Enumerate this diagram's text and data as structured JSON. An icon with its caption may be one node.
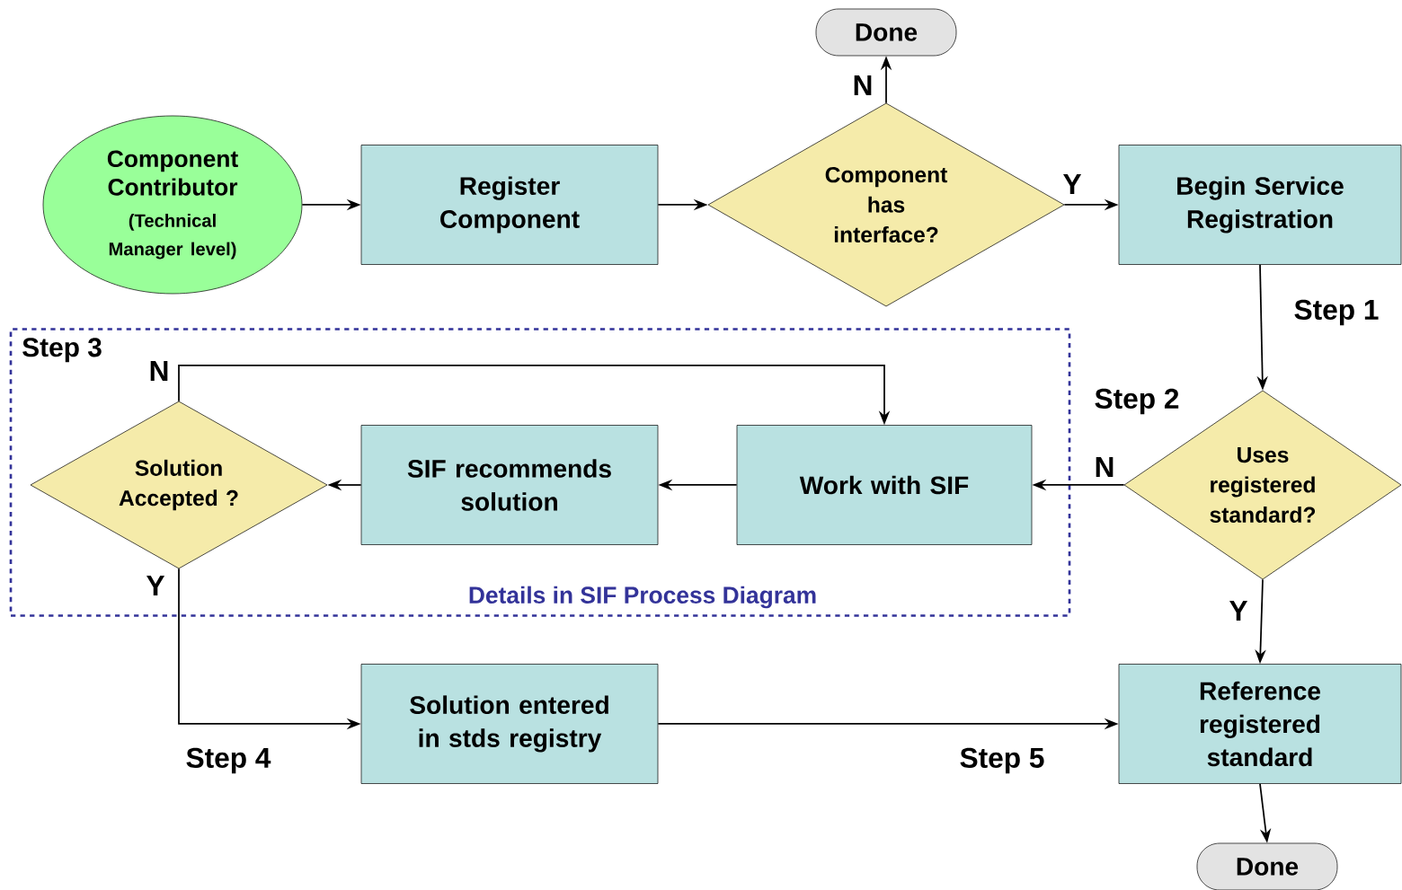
{
  "diagram": {
    "nodes": [
      {
        "text": [
          "Component Contributor",
          "(Technical Manager level)"
        ]
      },
      {
        "text": [
          "Register Component"
        ]
      },
      {
        "text": [
          "Component has interface?"
        ]
      },
      {
        "text": [
          "Done"
        ]
      },
      {
        "text": [
          "Begin Service Registration"
        ]
      },
      {
        "text": [
          "Step 3",
          "Details in SIF Process Diagram"
        ]
      },
      {
        "text": [
          "Solution Accepted ?"
        ],
        "in": 5
      },
      {
        "text": [
          "SIF recommends solution"
        ],
        "in": 5
      },
      {
        "text": [
          "Work with SIF"
        ],
        "in": 5
      },
      {
        "text": [
          "Uses registered standard?"
        ]
      },
      {
        "text": [
          "Solution entered in stds registry"
        ]
      },
      {
        "text": [
          "Reference registered standard"
        ]
      },
      {
        "text": [
          "Done"
        ]
      }
    ],
    "edges": [
      {
        "from": 0,
        "to": 1,
        "arrow": "to"
      },
      {
        "from": 1,
        "to": 2,
        "arrow": "to"
      },
      {
        "from": 2,
        "to": 3,
        "arrow": "to",
        "label": "N"
      },
      {
        "from": 2,
        "to": 4,
        "arrow": "to",
        "label": "Y"
      },
      {
        "from": 4,
        "to": 9,
        "arrow": "to",
        "label": "Step 1"
      },
      {
        "from": 9,
        "to": 8,
        "arrow": "to",
        "label": "N"
      },
      {
        "from": 8,
        "to": 7,
        "arrow": "to"
      },
      {
        "from": 7,
        "to": 6,
        "arrow": "to"
      },
      {
        "from": 6,
        "to": 8,
        "arrow": "to",
        "label": "N"
      },
      {
        "from": 6,
        "to": 10,
        "arrow": "to",
        "label": "Y"
      },
      {
        "from": 9,
        "to": 11,
        "arrow": "to",
        "label": "Y"
      },
      {
        "from": 10,
        "to": 11,
        "arrow": "to"
      },
      {
        "from": 11,
        "to": 12,
        "arrow": "to"
      }
    ],
    "labels": [
      "Step 2",
      "Step 4",
      "Step 5"
    ]
  }
}
